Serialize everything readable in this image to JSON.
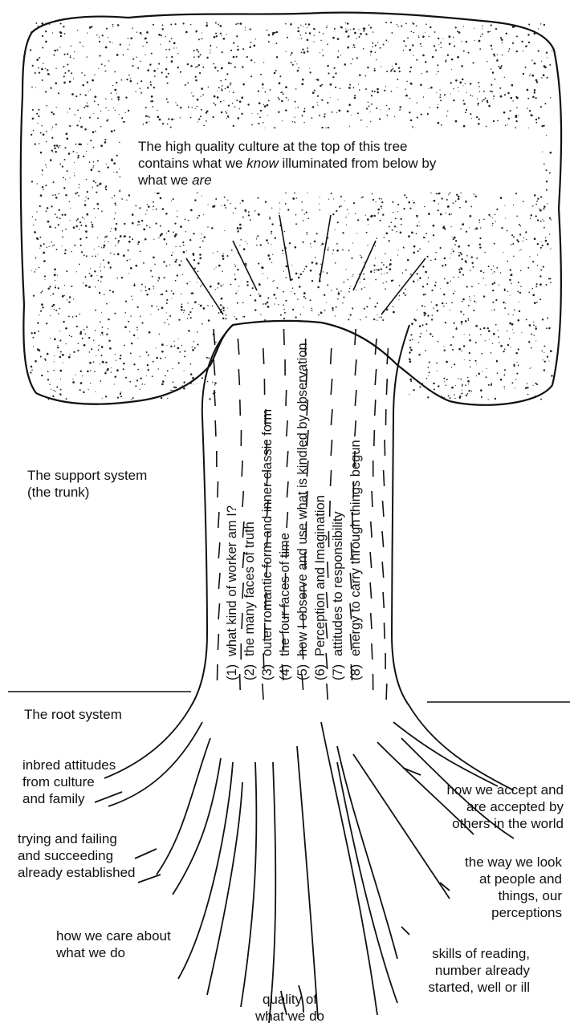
{
  "canopy": {
    "line1": "The high quality culture at the top of this tree",
    "line2_a": "contains what we ",
    "line2_em": "know",
    "line2_b": " illuminated from below by",
    "line3_a": "what we ",
    "line3_em": "are"
  },
  "support_system": {
    "line1": "The support system",
    "line2": "(the trunk)"
  },
  "trunk_items": [
    {
      "num": "(1)",
      "text": "what kind of worker am I?"
    },
    {
      "num": "(2)",
      "text": "the many faces of truth"
    },
    {
      "num": "(3)",
      "text": "outer romantic form and inner classic form"
    },
    {
      "num": "(4)",
      "text": "the four faces of time"
    },
    {
      "num": "(5)",
      "text": "how I observe and use what is kindled by observation"
    },
    {
      "num": "(6)",
      "text": "Perception and Imagination"
    },
    {
      "num": "(7)",
      "text": "attitudes to responsibility"
    },
    {
      "num": "(8)",
      "text": "energy to carry through things begun"
    }
  ],
  "root_system": {
    "title": "The root system"
  },
  "roots_left": {
    "inbred": [
      "inbred attitudes",
      "from culture",
      "and family"
    ],
    "trying": [
      "trying and failing",
      "and succeeding",
      "already established"
    ],
    "care": [
      "how we care about",
      "what we do"
    ]
  },
  "roots_right": {
    "accept": [
      "how we accept and",
      "are accepted by",
      "others in the world"
    ],
    "look": [
      "the way we look",
      "at people and",
      "things, our",
      "perceptions"
    ],
    "skills": [
      "skills of reading,",
      "number already",
      "started, well or ill"
    ]
  },
  "roots_center": [
    "quality of",
    "what we do"
  ]
}
